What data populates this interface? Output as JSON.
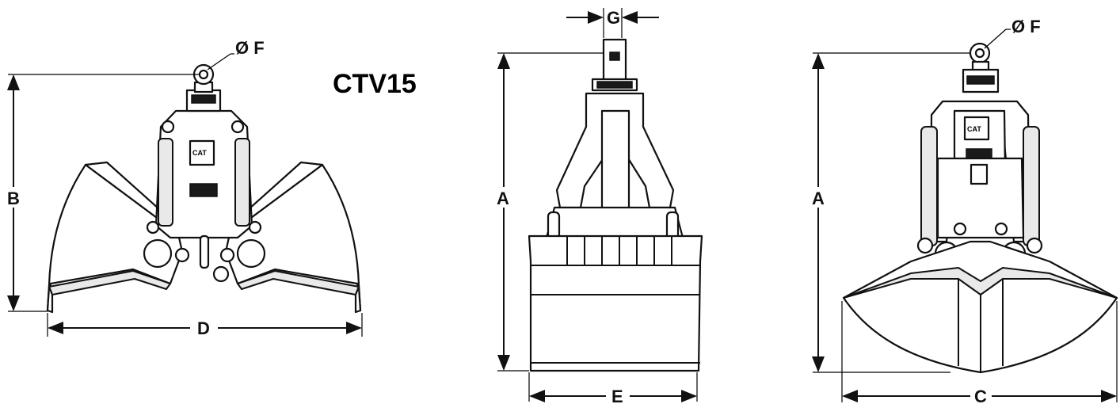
{
  "model_label": "CTV15",
  "dimensions": {
    "A": "A",
    "B": "B",
    "C": "C",
    "D": "D",
    "E": "E",
    "F": "Ø F",
    "G": "G"
  },
  "colors": {
    "line": "#111111",
    "background": "#ffffff",
    "shade": "#e9e9e9"
  }
}
